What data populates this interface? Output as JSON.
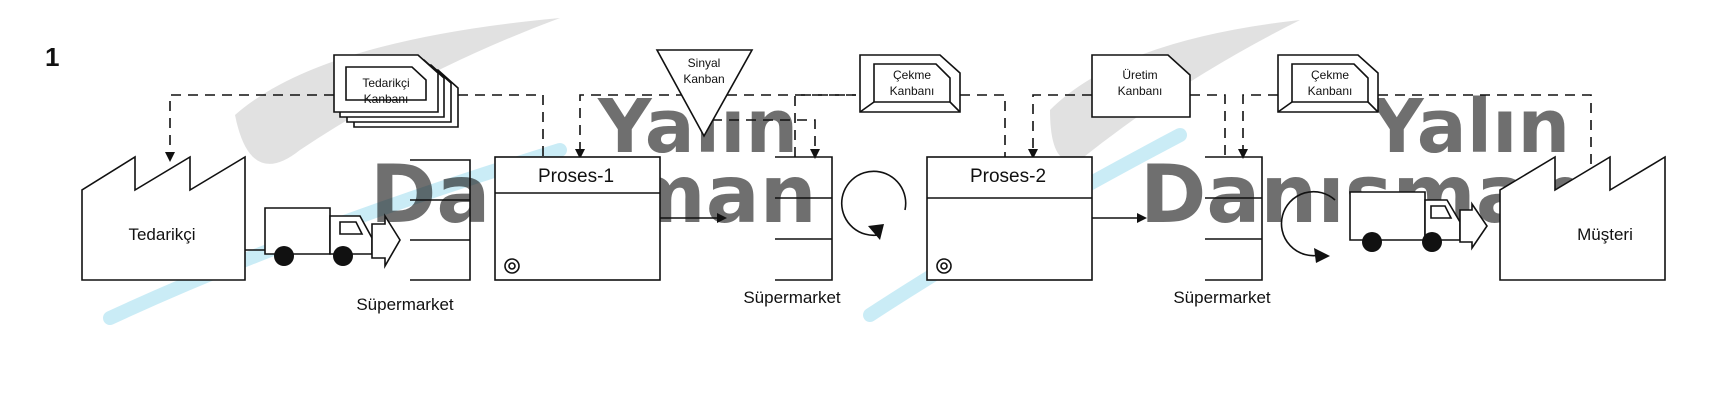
{
  "figure_number": "1",
  "watermark": {
    "line1": "Yalın",
    "line2": "Danışman",
    "color_blue": "#8fd3e8",
    "color_gray": "#b9b9b9"
  },
  "kanbans": {
    "supplier_kanban": [
      "Tedarikçi",
      "Kanbanı"
    ],
    "signal_kanban": [
      "Sinyal",
      "Kanban"
    ],
    "withdrawal_kanban_1": [
      "Çekme",
      "Kanbanı"
    ],
    "production_kanban": [
      "Üretim",
      "Kanbanı"
    ],
    "withdrawal_kanban_2": [
      "Çekme",
      "Kanbanı"
    ]
  },
  "supplier_label": "Tedarikçi",
  "customer_label": "Müşteri",
  "process_1_label": "Proses-1",
  "process_2_label": "Proses-2",
  "supermarket_1_label": "Süpermarket",
  "supermarket_2_label": "Süpermarket",
  "supermarket_3_label": "Süpermarket"
}
